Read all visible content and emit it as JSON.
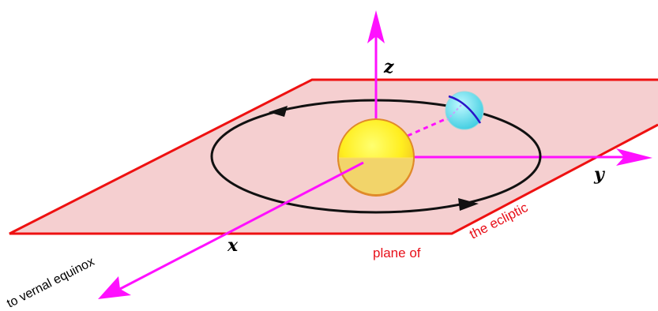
{
  "labels": {
    "z_axis": "z",
    "y_axis": "y",
    "x_axis": "x",
    "plane_of": "plane of",
    "the_ecliptic": "the ecliptic",
    "vernal_equinox": "to vernal equinox"
  },
  "colors": {
    "plane_fill": "#f5cfd0",
    "plane_edge": "#ee1111",
    "axis": "#ff10ff",
    "orbit": "#111111",
    "sun_top": "#ffff30",
    "sun_bottom": "#f2d46a",
    "sun_edge": "#e08a2a",
    "earth": "#6fe8ee",
    "earth_axis": "#2a14c8",
    "plane_text": "#e8101a"
  },
  "icons": {
    "sun": "sun-icon",
    "earth": "earth-icon"
  }
}
